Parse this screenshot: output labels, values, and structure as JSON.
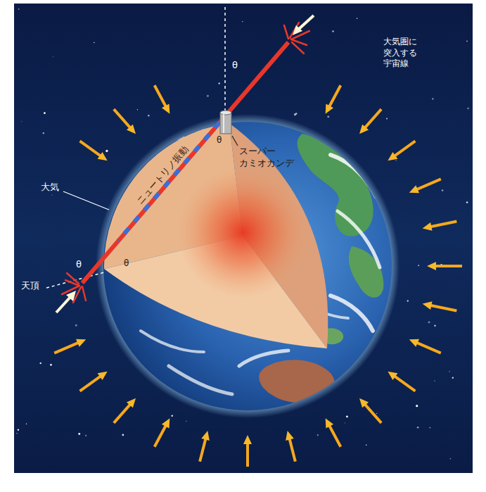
{
  "diagram": {
    "labels": [
      "大気圏に 突入する 宇宙線",
      "スーパー カミオカンデ",
      "ニュートリノ振動",
      "大気",
      "天頂",
      "θ",
      "θ",
      "θ",
      "θ"
    ]
  }
}
